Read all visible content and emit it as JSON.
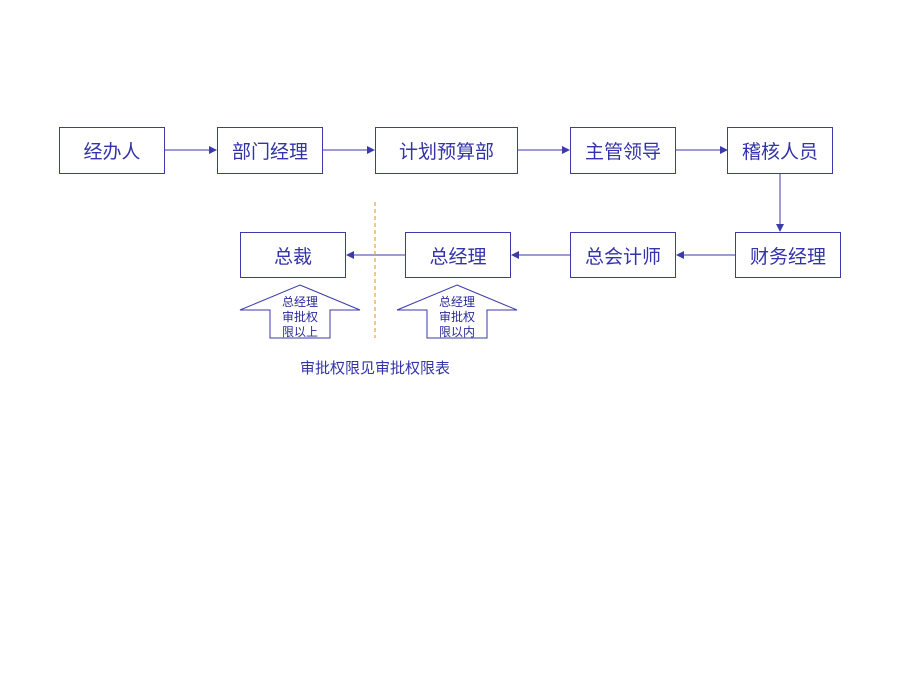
{
  "colors": {
    "stroke": "#3b3baa",
    "text": "#3333aa",
    "divider": "#f0a030"
  },
  "nodes": {
    "handler": "经办人",
    "dept_manager": "部门经理",
    "planning_budget": "计划预算部",
    "supervisor": "主管领导",
    "auditor": "稽核人员",
    "finance_manager": "财务经理",
    "chief_accountant": "总会计师",
    "general_manager": "总经理",
    "president": "总裁"
  },
  "upper_arrows": {
    "left": [
      "总经理",
      "审批权",
      "限以上"
    ],
    "right": [
      "总经理",
      "审批权",
      "限以内"
    ]
  },
  "caption": "审批权限见审批权限表"
}
